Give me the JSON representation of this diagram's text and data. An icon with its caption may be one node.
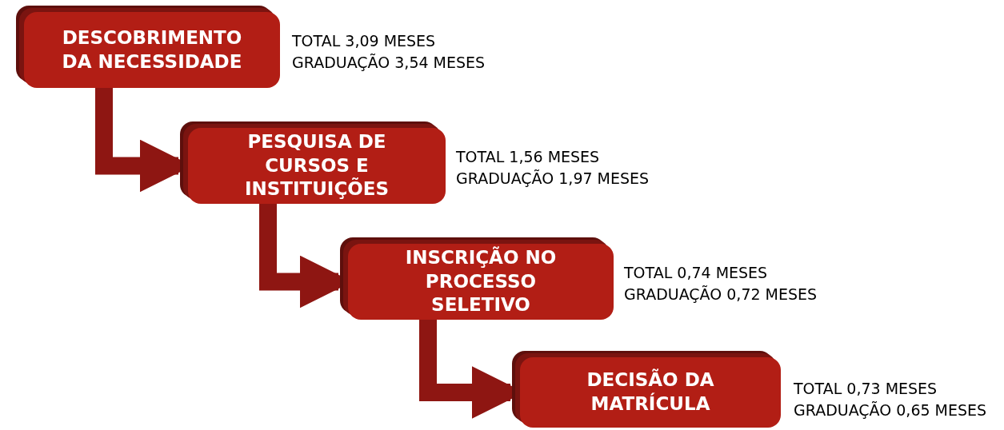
{
  "diagram": {
    "nodes": [
      {
        "text": [
          "DESCOBRIMENTO DA NECESSIDADE"
        ],
        "beside": [
          "TOTAL 3,09 MESES",
          "GRADUAÇÃO 3,54 MESES"
        ]
      },
      {
        "text": [
          "PESQUISA DE CURSOS E INSTITUIÇÕES"
        ],
        "beside": [
          "TOTAL 1,56 MESES",
          "GRADUAÇÃO 1,97 MESES"
        ]
      },
      {
        "text": [
          "INSCRIÇÃO NO PROCESSO SELETIVO"
        ],
        "beside": [
          "TOTAL 0,74 MESES",
          "GRADUAÇÃO 0,72 MESES"
        ]
      },
      {
        "text": [
          "DECISÃO DA MATRÍCULA"
        ],
        "beside": [
          "TOTAL 0,73 MESES",
          "GRADUAÇÃO 0,65 MESES"
        ]
      }
    ],
    "edges": [
      {
        "from": 0,
        "to": 1,
        "arrow": "to"
      },
      {
        "from": 1,
        "to": 2,
        "arrow": "to"
      },
      {
        "from": 2,
        "to": 3,
        "arrow": "to"
      }
    ]
  }
}
